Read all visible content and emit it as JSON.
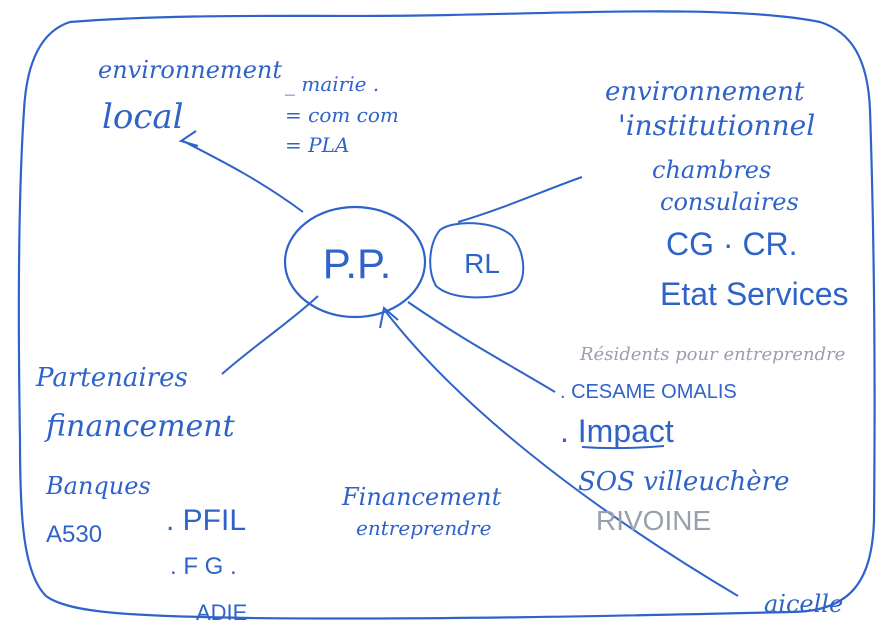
{
  "colors": {
    "ink": "#2f63c9",
    "pencil": "#9a9fae"
  },
  "center": {
    "label": "P.P."
  },
  "rl": {
    "label": "RL"
  },
  "top_left": {
    "line1": "environnement",
    "line2": "local",
    "items": [
      "_ mairie .",
      "= com com",
      "= PLA"
    ]
  },
  "top_right": {
    "line1": "environnement",
    "line2": "'institutionnel",
    "line3": "chambres",
    "line4": "consulaires",
    "line5": "CG · CR.",
    "line6": "Etat Services"
  },
  "right": {
    "pencil1": "Résidents pour entreprendre",
    "item1": ". CESAME OMALIS",
    "item2": ". Impact",
    "item3": "SOS villeuchère",
    "pencil2": "RIVOINE"
  },
  "bottom_left": {
    "line1": "Partenaires",
    "line2": "financement",
    "line3": "Banques",
    "line4": "A530",
    "items": [
      ". PFIL",
      ". F G .",
      "ADIE"
    ]
  },
  "bottom_center": {
    "line1": "Financement",
    "line2": "entreprendre"
  },
  "bottom_right": {
    "label": "aicelle"
  }
}
